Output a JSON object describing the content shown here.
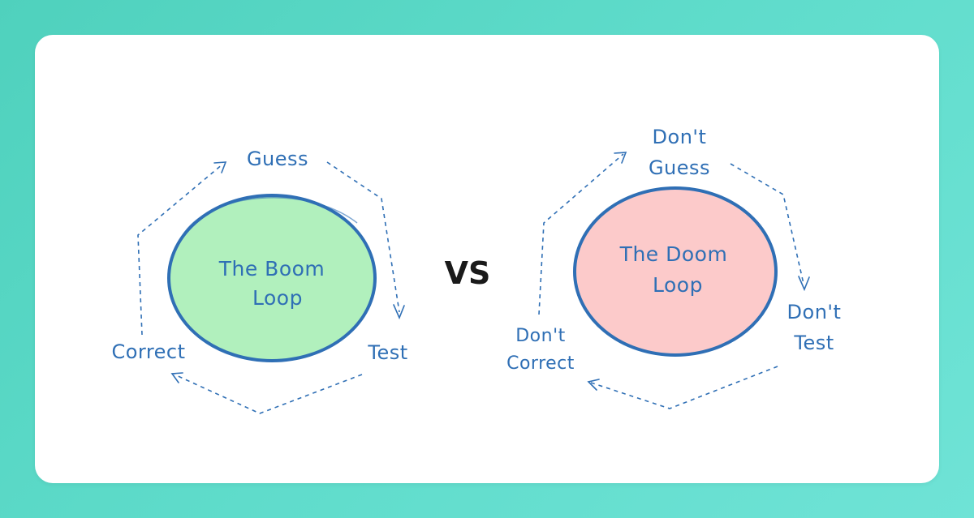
{
  "colors": {
    "ink": "#2f6fb5",
    "boom_fill": "#b1f0bd",
    "doom_fill": "#fccaca",
    "background": "#5fdccb"
  },
  "boom": {
    "center_line1": "The Boom",
    "center_line2": "Loop",
    "top": "Guess",
    "right": "Test",
    "left": "Correct"
  },
  "vs": "VS",
  "doom": {
    "center_line1": "The Doom",
    "center_line2": "Loop",
    "top_line1": "Don't",
    "top_line2": "Guess",
    "right_line1": "Don't",
    "right_line2": "Test",
    "left_line1": "Don't",
    "left_line2": "Correct"
  }
}
